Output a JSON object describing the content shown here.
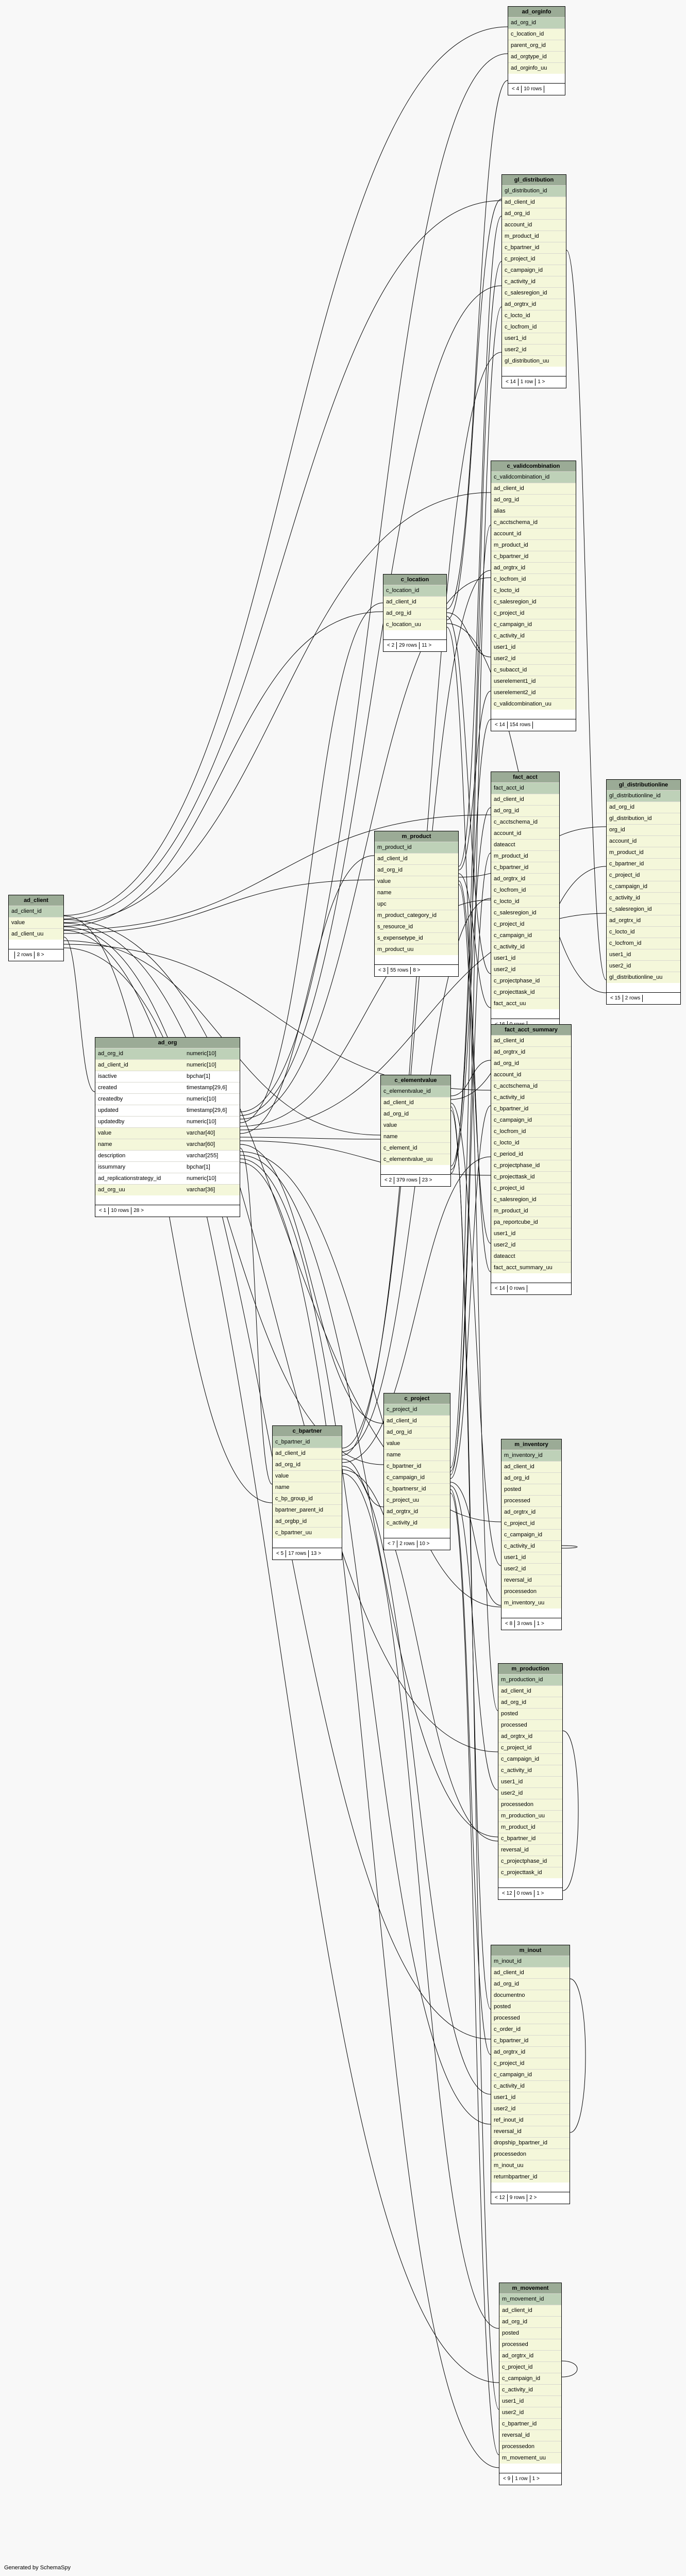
{
  "footer": "Generated by SchemaSpy",
  "tables": {
    "ad_orginfo": {
      "name": "ad_orginfo",
      "pk": "ad_org_id",
      "columns": [
        "c_location_id",
        "parent_org_id",
        "ad_orgtype_id",
        "ad_orginfo_uu"
      ],
      "footer": [
        "< 4",
        "10 rows",
        ""
      ]
    },
    "gl_distribution": {
      "name": "gl_distribution",
      "pk": "gl_distribution_id",
      "columns": [
        "ad_client_id",
        "ad_org_id",
        "account_id",
        "m_product_id",
        "c_bpartner_id",
        "c_project_id",
        "c_campaign_id",
        "c_activity_id",
        "c_salesregion_id",
        "ad_orgtrx_id",
        "c_locto_id",
        "c_locfrom_id",
        "user1_id",
        "user2_id",
        "gl_distribution_uu"
      ],
      "footer": [
        "< 14",
        "1 row",
        "1 >"
      ]
    },
    "c_validcombination": {
      "name": "c_validcombination",
      "pk": "c_validcombination_id",
      "columns": [
        "ad_client_id",
        "ad_org_id",
        "alias",
        "c_acctschema_id",
        "account_id",
        "m_product_id",
        "c_bpartner_id",
        "ad_orgtrx_id",
        "c_locfrom_id",
        "c_locto_id",
        "c_salesregion_id",
        "c_project_id",
        "c_campaign_id",
        "c_activity_id",
        "user1_id",
        "user2_id",
        "c_subacct_id",
        "userelement1_id",
        "userelement2_id",
        "c_validcombination_uu"
      ],
      "footer": [
        "< 14",
        "154 rows",
        ""
      ]
    },
    "c_location": {
      "name": "c_location",
      "pk": "c_location_id",
      "columns": [
        "ad_client_id",
        "ad_org_id",
        "c_location_uu"
      ],
      "footer": [
        "< 2",
        "29 rows",
        "11 >"
      ]
    },
    "fact_acct": {
      "name": "fact_acct",
      "pk": "fact_acct_id",
      "columns": [
        "ad_client_id",
        "ad_org_id",
        "c_acctschema_id",
        "account_id",
        "dateacct",
        "m_product_id",
        "c_bpartner_id",
        "ad_orgtrx_id",
        "c_locfrom_id",
        "c_locto_id",
        "c_salesregion_id",
        "c_project_id",
        "c_campaign_id",
        "c_activity_id",
        "user1_id",
        "user2_id",
        "c_projectphase_id",
        "c_projecttask_id",
        "fact_acct_uu"
      ],
      "footer": [
        "< 16",
        "0 rows",
        ""
      ]
    },
    "gl_distributionline": {
      "name": "gl_distributionline",
      "pk": "gl_distributionline_id",
      "columns": [
        "ad_org_id",
        "gl_distribution_id",
        "org_id",
        "account_id",
        "m_product_id",
        "c_bpartner_id",
        "c_project_id",
        "c_campaign_id",
        "c_activity_id",
        "c_salesregion_id",
        "ad_orgtrx_id",
        "c_locto_id",
        "c_locfrom_id",
        "user1_id",
        "user2_id",
        "gl_distributionline_uu"
      ],
      "footer": [
        "< 15",
        "2 rows",
        ""
      ]
    },
    "m_product": {
      "name": "m_product",
      "pk": "m_product_id",
      "columns": [
        "ad_client_id",
        "ad_org_id",
        "value",
        "name",
        "upc",
        "m_product_category_id",
        "s_resource_id",
        "s_expensetype_id",
        "m_product_uu"
      ],
      "footer": [
        "< 3",
        "55 rows",
        "8 >"
      ]
    },
    "ad_client": {
      "name": "ad_client",
      "pk": "ad_client_id",
      "columns": [
        "value",
        "ad_client_uu"
      ],
      "footer": [
        "",
        "2 rows",
        "8 >"
      ]
    },
    "ad_org": {
      "name": "ad_org",
      "columns": [
        {
          "name": "ad_org_id",
          "type": "numeric[10]"
        },
        {
          "name": "ad_client_id",
          "type": "numeric[10]"
        },
        {
          "name": "isactive",
          "type": "bpchar[1]"
        },
        {
          "name": "created",
          "type": "timestamp[29,6]"
        },
        {
          "name": "createdby",
          "type": "numeric[10]"
        },
        {
          "name": "updated",
          "type": "timestamp[29,6]"
        },
        {
          "name": "updatedby",
          "type": "numeric[10]"
        },
        {
          "name": "value",
          "type": "varchar[40]"
        },
        {
          "name": "name",
          "type": "varchar[60]"
        },
        {
          "name": "description",
          "type": "varchar[255]"
        },
        {
          "name": "issummary",
          "type": "bpchar[1]"
        },
        {
          "name": "ad_replicationstrategy_id",
          "type": "numeric[10]"
        },
        {
          "name": "ad_org_uu",
          "type": "varchar[36]"
        }
      ],
      "footer": [
        "< 1",
        "10 rows",
        "28 >"
      ]
    },
    "c_elementvalue": {
      "name": "c_elementvalue",
      "pk": "c_elementvalue_id",
      "columns": [
        "ad_client_id",
        "ad_org_id",
        "value",
        "name",
        "c_element_id",
        "c_elementvalue_uu"
      ],
      "footer": [
        "< 2",
        "379 rows",
        "23 >"
      ]
    },
    "fact_acct_summary": {
      "name": "fact_acct_summary",
      "pk": "",
      "columns": [
        "ad_client_id",
        "ad_orgtrx_id",
        "ad_org_id",
        "account_id",
        "c_acctschema_id",
        "c_activity_id",
        "c_bpartner_id",
        "c_campaign_id",
        "c_locfrom_id",
        "c_locto_id",
        "c_period_id",
        "c_projectphase_id",
        "c_projecttask_id",
        "c_project_id",
        "c_salesregion_id",
        "m_product_id",
        "pa_reportcube_id",
        "user1_id",
        "user2_id",
        "dateacct",
        "fact_acct_summary_uu"
      ],
      "footer": [
        "< 14",
        "0 rows",
        ""
      ]
    },
    "c_project": {
      "name": "c_project",
      "pk": "c_project_id",
      "columns": [
        "ad_client_id",
        "ad_org_id",
        "value",
        "name",
        "c_bpartner_id",
        "c_campaign_id",
        "c_bpartnersr_id",
        "c_project_uu",
        "ad_orgtrx_id",
        "c_activity_id"
      ],
      "footer": [
        "< 7",
        "2 rows",
        "10 >"
      ]
    },
    "c_bpartner": {
      "name": "c_bpartner",
      "pk": "c_bpartner_id",
      "columns": [
        "ad_client_id",
        "ad_org_id",
        "value",
        "name",
        "c_bp_group_id",
        "bpartner_parent_id",
        "ad_orgbp_id",
        "c_bpartner_uu"
      ],
      "footer": [
        "< 5",
        "17 rows",
        "13 >"
      ]
    },
    "m_inventory": {
      "name": "m_inventory",
      "pk": "m_inventory_id",
      "columns": [
        "ad_client_id",
        "ad_org_id",
        "posted",
        "processed",
        "ad_orgtrx_id",
        "c_project_id",
        "c_campaign_id",
        "c_activity_id",
        "user1_id",
        "user2_id",
        "reversal_id",
        "processedon",
        "m_inventory_uu"
      ],
      "footer": [
        "< 8",
        "3 rows",
        "1 >"
      ]
    },
    "m_production": {
      "name": "m_production",
      "pk": "m_production_id",
      "columns": [
        "ad_client_id",
        "ad_org_id",
        "posted",
        "processed",
        "ad_orgtrx_id",
        "c_project_id",
        "c_campaign_id",
        "c_activity_id",
        "user1_id",
        "user2_id",
        "processedon",
        "m_production_uu",
        "m_product_id",
        "c_bpartner_id",
        "reversal_id",
        "c_projectphase_id",
        "c_projecttask_id"
      ],
      "footer": [
        "< 12",
        "0 rows",
        "1 >"
      ]
    },
    "m_inout": {
      "name": "m_inout",
      "pk": "m_inout_id",
      "columns": [
        "ad_client_id",
        "ad_org_id",
        "documentno",
        "posted",
        "processed",
        "c_order_id",
        "c_bpartner_id",
        "ad_orgtrx_id",
        "c_project_id",
        "c_campaign_id",
        "c_activity_id",
        "user1_id",
        "user2_id",
        "ref_inout_id",
        "reversal_id",
        "dropship_bpartner_id",
        "processedon",
        "m_inout_uu",
        "returnbpartner_id"
      ],
      "footer": [
        "< 12",
        "9 rows",
        "2 >"
      ]
    },
    "m_movement": {
      "name": "m_movement",
      "pk": "m_movement_id",
      "columns": [
        "ad_client_id",
        "ad_org_id",
        "posted",
        "processed",
        "ad_orgtrx_id",
        "c_project_id",
        "c_campaign_id",
        "c_activity_id",
        "user1_id",
        "user2_id",
        "c_bpartner_id",
        "reversal_id",
        "processedon",
        "m_movement_uu"
      ],
      "footer": [
        "< 9",
        "1 row",
        "1 >"
      ]
    }
  }
}
